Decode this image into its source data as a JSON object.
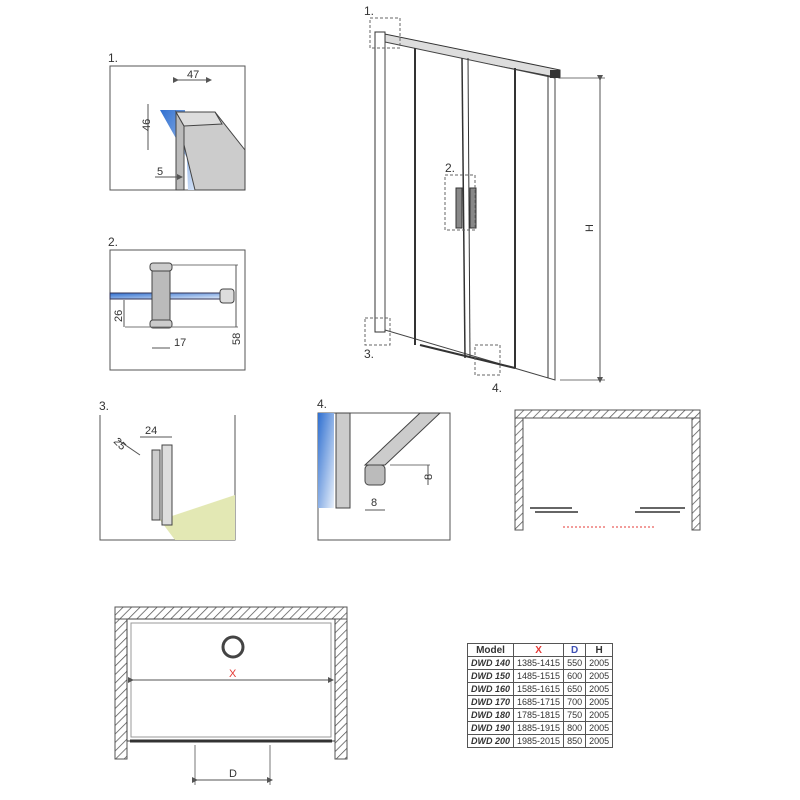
{
  "details": {
    "d1": {
      "label": "1.",
      "width": "47",
      "height": "46",
      "gap": "5"
    },
    "d2": {
      "label": "2.",
      "dim_a": "26",
      "dim_b": "17",
      "dim_c": "58"
    },
    "d3": {
      "label": "3.",
      "dim_a": "25",
      "dim_b": "24"
    },
    "d4": {
      "label": "4.",
      "dim_a": "8",
      "dim_b": "8"
    }
  },
  "door": {
    "height_label": "H",
    "callouts": [
      "1.",
      "2.",
      "3.",
      "4."
    ]
  },
  "plan": {
    "width_label": "X",
    "depth_label": "D"
  },
  "colors": {
    "glass": "#3a7bd5",
    "x_label": "#e53935",
    "d_label": "#3f51b5",
    "arrow": "#e53935",
    "floor": "#e3e8b4"
  },
  "table": {
    "headers": [
      "Model",
      "X",
      "D",
      "H"
    ],
    "rows": [
      [
        "DWD 140",
        "1385-1415",
        "550",
        "2005"
      ],
      [
        "DWD 150",
        "1485-1515",
        "600",
        "2005"
      ],
      [
        "DWD 160",
        "1585-1615",
        "650",
        "2005"
      ],
      [
        "DWD 170",
        "1685-1715",
        "700",
        "2005"
      ],
      [
        "DWD 180",
        "1785-1815",
        "750",
        "2005"
      ],
      [
        "DWD 190",
        "1885-1915",
        "800",
        "2005"
      ],
      [
        "DWD 200",
        "1985-2015",
        "850",
        "2005"
      ]
    ]
  }
}
